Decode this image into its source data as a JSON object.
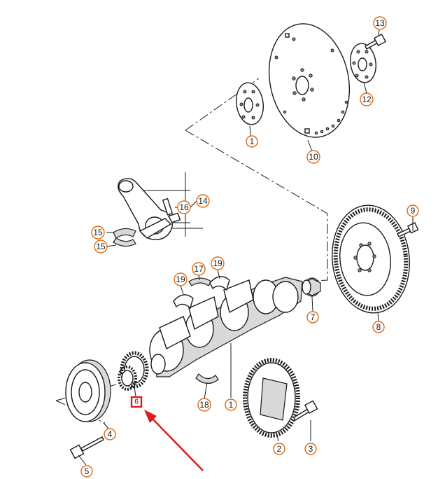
{
  "diagram": {
    "callouts": [
      "1",
      "1",
      "2",
      "3",
      "4",
      "5",
      "7",
      "8",
      "9",
      "10",
      "12",
      "13",
      "14",
      "15",
      "15",
      "16",
      "17",
      "18",
      "19",
      "19"
    ],
    "highlight": {
      "label": "6",
      "color": "#e01b1b"
    },
    "callout_color": "#e06a12",
    "arrow_color": "#e01b1b"
  }
}
